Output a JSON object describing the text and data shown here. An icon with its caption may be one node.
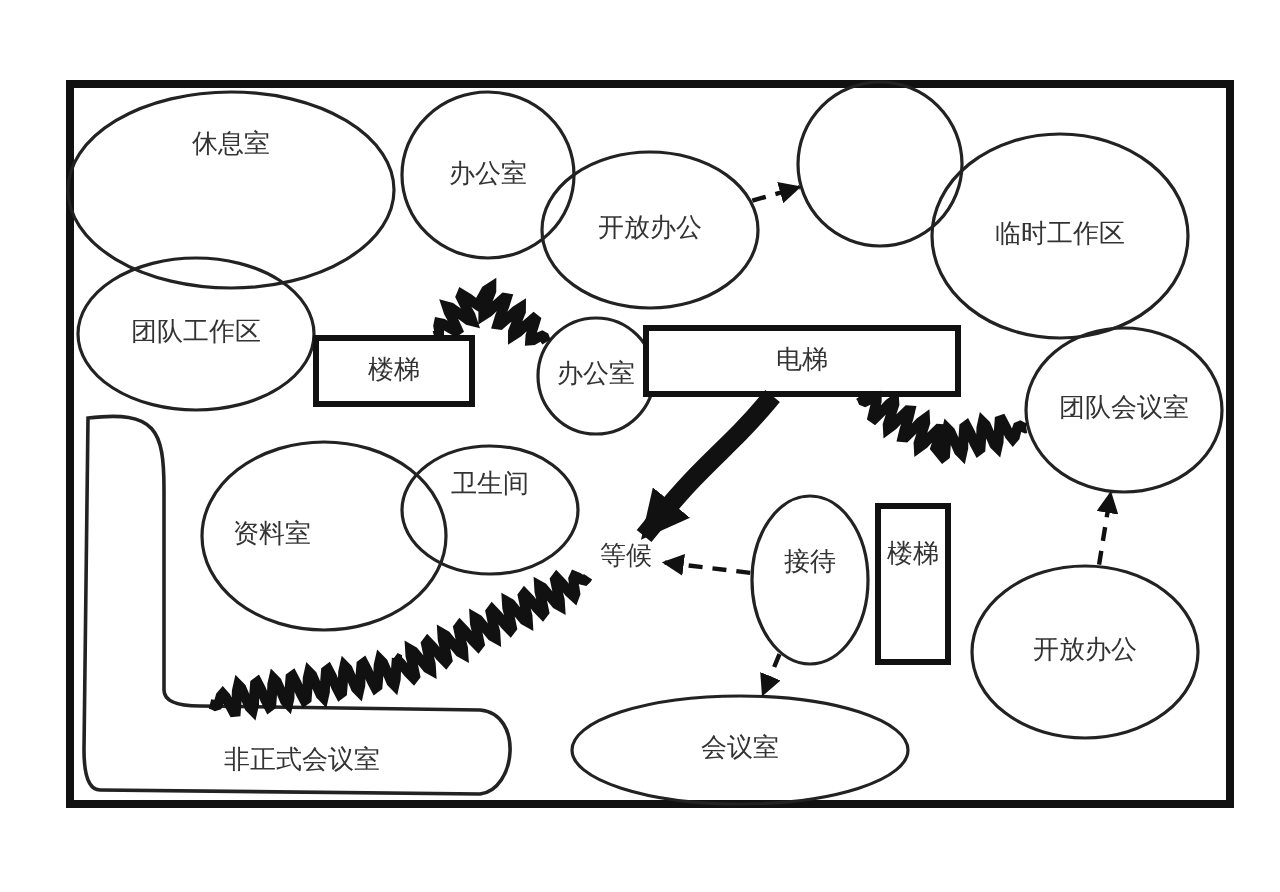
{
  "diagram": {
    "nodes": [
      {
        "text": [
          "休息室"
        ]
      },
      {
        "text": [
          "办公室"
        ]
      },
      {
        "text": [
          "开放办公"
        ]
      },
      {
        "text": [],
        "shape": "circle"
      },
      {
        "text": [
          "临时工作区"
        ]
      },
      {
        "text": [
          "团队工作区"
        ]
      },
      {
        "text": [
          "楼梯"
        ]
      },
      {
        "text": [
          "办公室"
        ]
      },
      {
        "text": [
          "电梯"
        ]
      },
      {
        "text": [
          "团队会议室"
        ]
      },
      {
        "text": [
          "资料室"
        ]
      },
      {
        "text": [
          "卫生间"
        ]
      },
      {
        "text": [
          "等候"
        ]
      },
      {
        "text": [
          "接待"
        ]
      },
      {
        "text": [
          "楼梯"
        ]
      },
      {
        "text": [
          "开放办公"
        ]
      },
      {
        "text": [
          "会议室"
        ]
      },
      {
        "text": [
          "非正式会议室"
        ]
      }
    ],
    "edges": [
      {
        "from": 7,
        "to": 6,
        "arrow": "none",
        "style": "thick"
      },
      {
        "from": 8,
        "to": 9,
        "arrow": "none",
        "style": "thick"
      },
      {
        "from": 17,
        "to": 12,
        "arrow": "none",
        "style": "thick"
      },
      {
        "from": 8,
        "to": 12,
        "arrow": "to",
        "style": "thick"
      },
      {
        "from": 13,
        "to": 12,
        "arrow": "to",
        "style": "dashed"
      },
      {
        "from": 13,
        "to": 16,
        "arrow": "to",
        "style": "dashed"
      },
      {
        "from": 15,
        "to": 9,
        "arrow": "to",
        "style": "dashed"
      },
      {
        "from": 2,
        "to": 3,
        "arrow": "to",
        "style": "dashed"
      }
    ]
  }
}
